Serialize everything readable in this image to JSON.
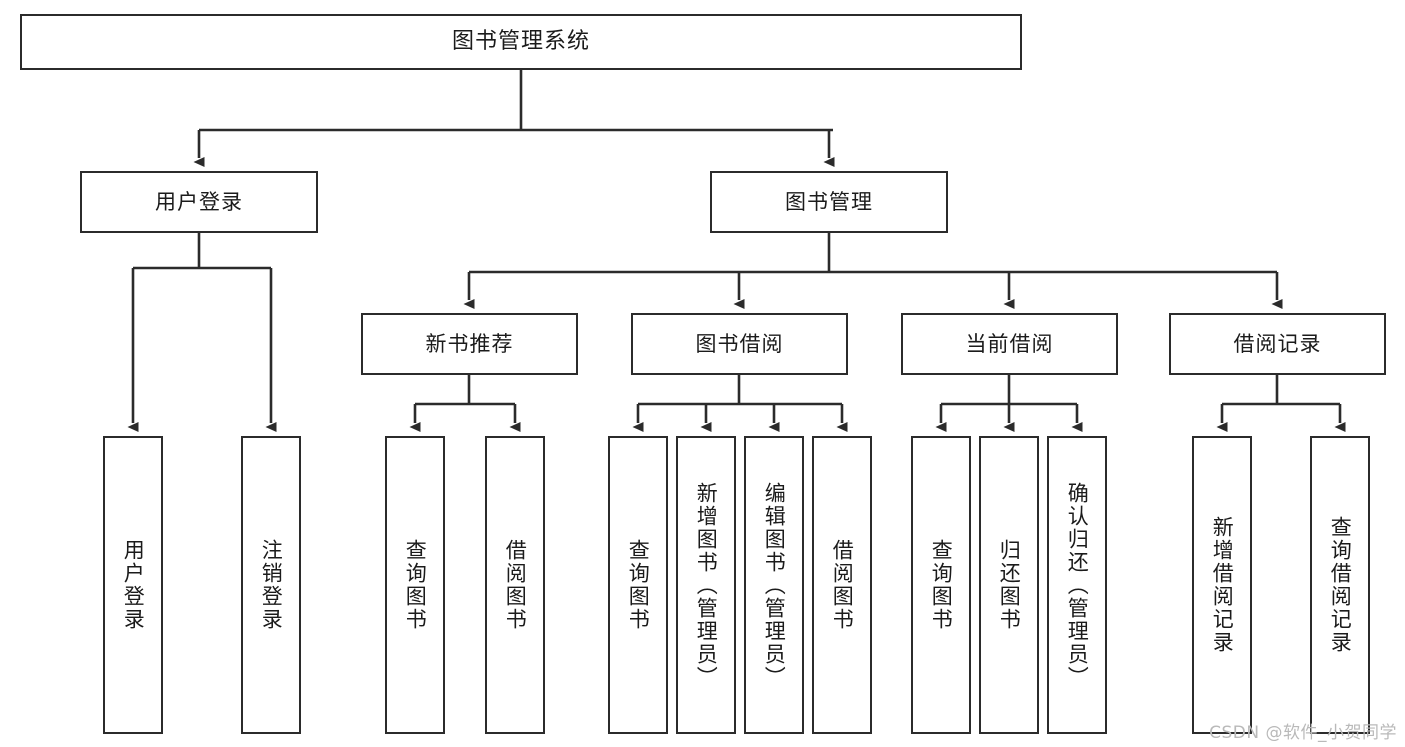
{
  "diagram": {
    "title": "图书管理系统",
    "type": "tree",
    "theme": {
      "box_border": "#2b2b2b",
      "box_fill": "#ffffff",
      "connector": "#2b2b2b",
      "text": "#1b1b1b",
      "watermark": "#b9b9b9"
    },
    "nodes": {
      "root": {
        "label": "图书管理系统"
      },
      "level2": [
        {
          "id": "user-login",
          "label": "用户登录"
        },
        {
          "id": "book-management",
          "label": "图书管理"
        }
      ],
      "level3": [
        {
          "id": "new-book-recommend",
          "label": "新书推荐"
        },
        {
          "id": "book-borrow",
          "label": "图书借阅"
        },
        {
          "id": "current-borrow",
          "label": "当前借阅"
        },
        {
          "id": "borrow-record",
          "label": "借阅记录"
        }
      ],
      "leaves": {
        "user_login": [
          {
            "id": "leaf-user-login",
            "label": "用户登录"
          },
          {
            "id": "leaf-logout",
            "label": "注销登录"
          }
        ],
        "new_book_recommend": [
          {
            "id": "leaf-query-book-1",
            "label": "查询图书"
          },
          {
            "id": "leaf-borrow-book-1",
            "label": "借阅图书"
          }
        ],
        "book_borrow": [
          {
            "id": "leaf-query-book-2",
            "label": "查询图书"
          },
          {
            "id": "leaf-add-book",
            "label": "新增图书（管理员）"
          },
          {
            "id": "leaf-edit-book",
            "label": "编辑图书（管理员）"
          },
          {
            "id": "leaf-borrow-book-2",
            "label": "借阅图书"
          }
        ],
        "current_borrow": [
          {
            "id": "leaf-query-book-3",
            "label": "查询图书"
          },
          {
            "id": "leaf-return-book",
            "label": "归还图书"
          },
          {
            "id": "leaf-confirm-return",
            "label": "确认归还（管理员）"
          }
        ],
        "borrow_record": [
          {
            "id": "leaf-add-record",
            "label": "新增借阅记录"
          },
          {
            "id": "leaf-query-record",
            "label": "查询借阅记录"
          }
        ]
      }
    },
    "watermark": "CSDN @软件_小贺同学"
  }
}
